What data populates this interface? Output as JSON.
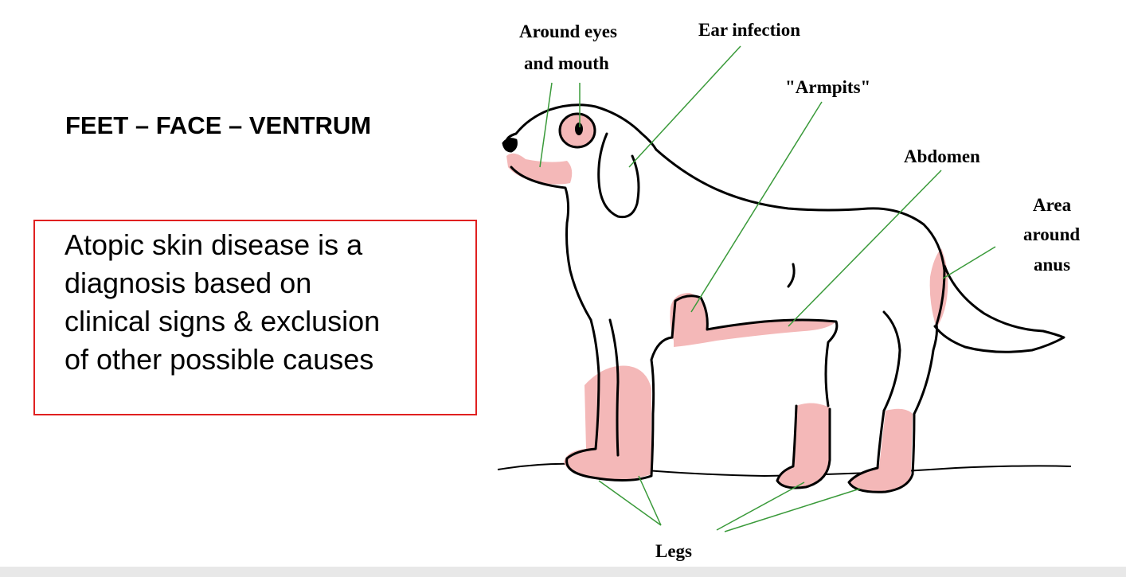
{
  "heading": "FEET – FACE – VENTRUM",
  "note": {
    "lines": [
      "Atopic skin disease is a",
      "diagnosis based on",
      "clinical signs & exclusion",
      "of other possible causes"
    ]
  },
  "labels": {
    "around_eyes_1": "Around eyes",
    "around_eyes_2": "and mouth",
    "ear_infection": "Ear infection",
    "armpits": "\"Armpits\"",
    "abdomen": "Abdomen",
    "anus_1": "Area",
    "anus_2": "around",
    "anus_3": "anus",
    "legs": "Legs"
  },
  "colors": {
    "affected_area": "#f4b8b8",
    "leader_line": "#3a9a3a",
    "note_border": "#e02020"
  }
}
